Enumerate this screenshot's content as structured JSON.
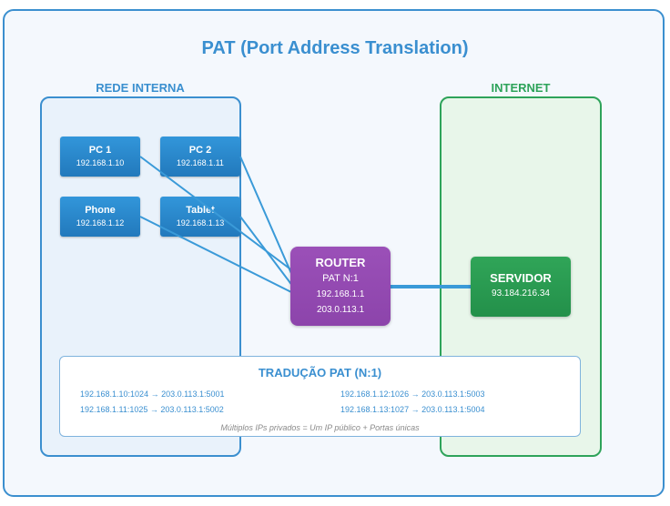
{
  "title": "PAT (Port Address Translation)",
  "zones": {
    "internal": "REDE INTERNA",
    "internet": "INTERNET"
  },
  "devices": [
    {
      "name": "PC 1",
      "ip": "192.168.1.10"
    },
    {
      "name": "PC 2",
      "ip": "192.168.1.11"
    },
    {
      "name": "Phone",
      "ip": "192.168.1.12"
    },
    {
      "name": "Tablet",
      "ip": "192.168.1.13"
    }
  ],
  "router": {
    "title": "ROUTER",
    "mode": "PAT N:1",
    "internal_ip": "192.168.1.1",
    "public_ip": "203.0.113.1"
  },
  "server": {
    "name": "SERVIDOR",
    "ip": "93.184.216.34"
  },
  "translation": {
    "title": "TRADUÇÃO PAT (N:1)",
    "mappings": [
      "192.168.1.10:1024 → 203.0.113.1:5001",
      "192.168.1.11:1025 → 203.0.113.1:5002",
      "192.168.1.12:1026 → 203.0.113.1:5003",
      "192.168.1.13:1027 → 203.0.113.1:5004"
    ],
    "note": "Múltiplos IPs privados = Um IP público + Portas únicas"
  },
  "colors": {
    "frame": "#3b8fcf",
    "device": "#2a86cc",
    "router": "#9249b1",
    "server": "#27994f",
    "link": "#3a9ad8",
    "internet_border": "#2ea35a"
  }
}
